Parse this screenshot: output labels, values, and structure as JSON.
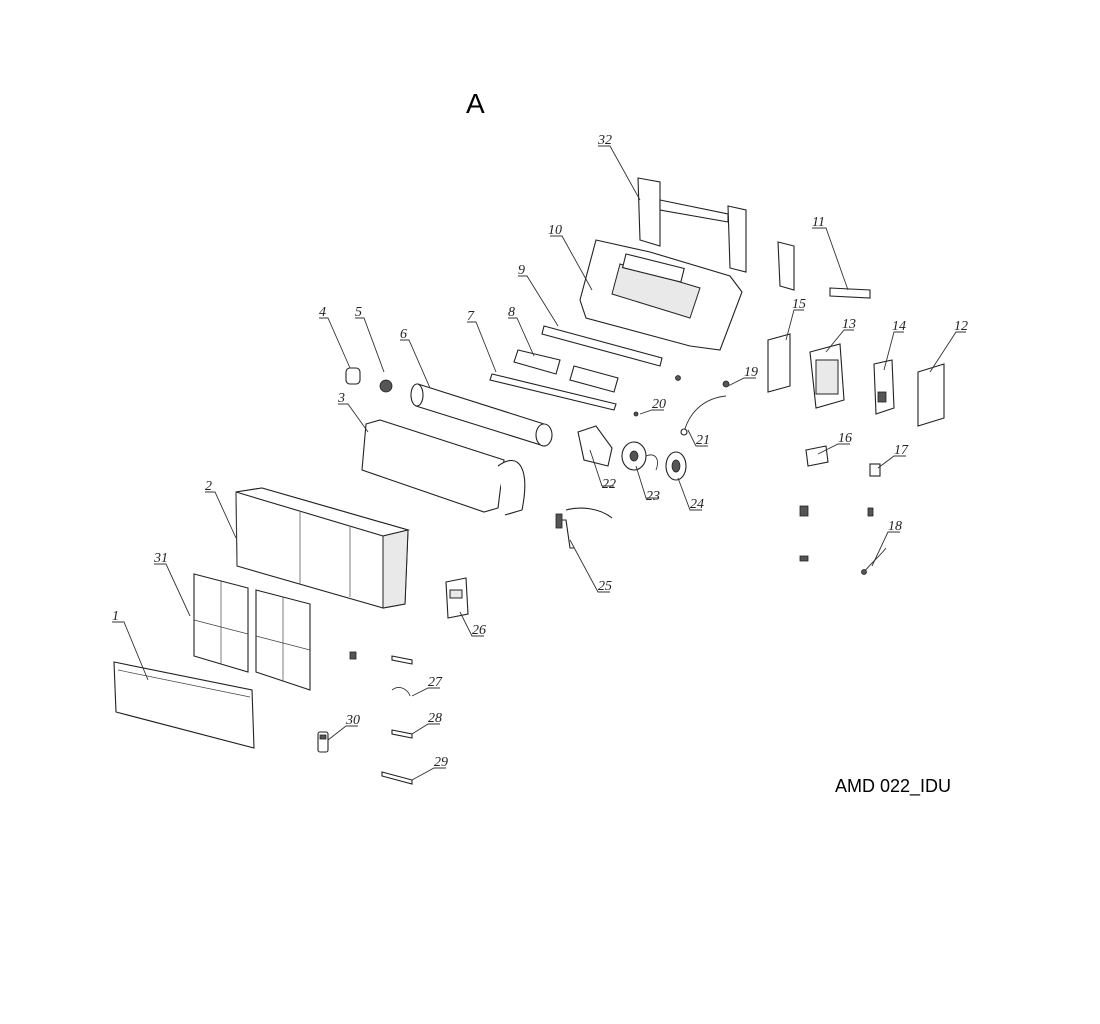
{
  "sheet_letter": "A",
  "model_code": "AMD 022_IDU",
  "callouts": [
    "1",
    "2",
    "3",
    "4",
    "5",
    "6",
    "7",
    "8",
    "9",
    "10",
    "11",
    "12",
    "13",
    "14",
    "15",
    "16",
    "17",
    "18",
    "19",
    "20",
    "21",
    "22",
    "23",
    "24",
    "25",
    "26",
    "27",
    "28",
    "29",
    "30",
    "31",
    "32"
  ]
}
